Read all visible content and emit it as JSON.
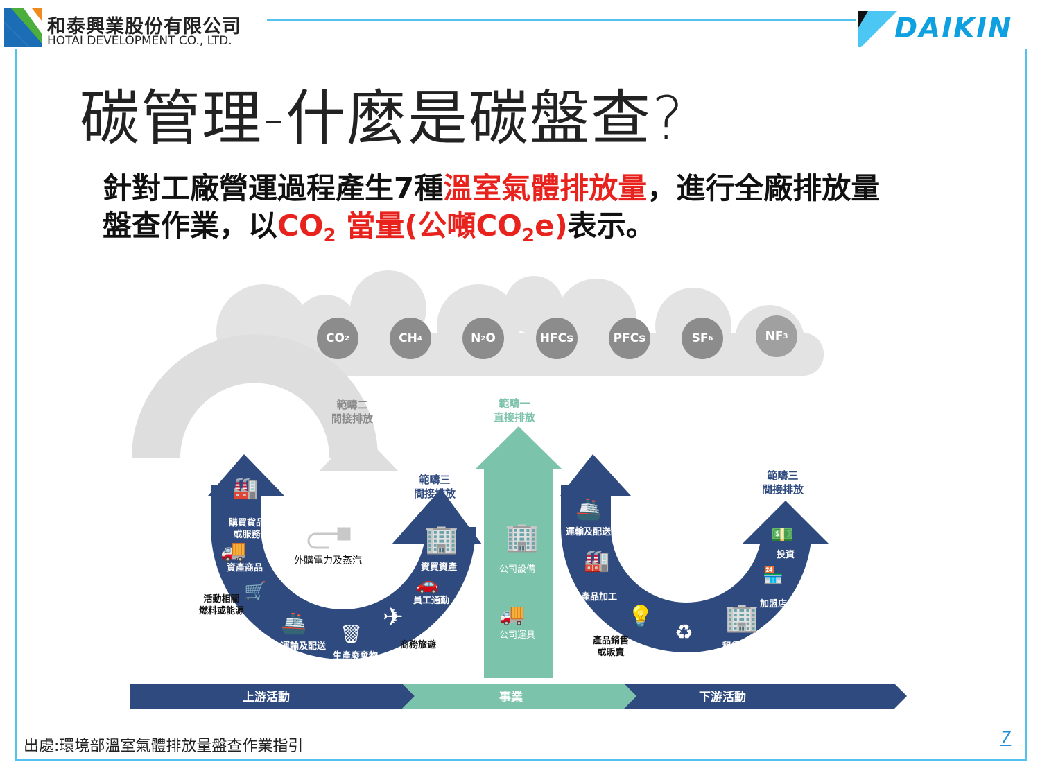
{
  "header": {
    "company_cn": "和泰興業股份有限公司",
    "company_en": "HOTAI DEVELOPMENT CO., LTD.",
    "partner_logo": "DAIKIN"
  },
  "title": "碳管理-什麼是碳盤查?",
  "subtitle": {
    "line1_a": "針對工廠營運過程產生7種",
    "line1_red": "溫室氣體排放量",
    "line1_b": "，進行全廠排放量",
    "line2_a": "盤查作業，以",
    "line2_red_a": "CO",
    "line2_red_sub": "2",
    "line2_red_b": " 當量(公噸CO",
    "line2_red_sub2": "2",
    "line2_red_c": "e)",
    "line2_b": "表示。"
  },
  "gases": [
    {
      "base": "CO",
      "sub": "2"
    },
    {
      "base": "CH",
      "sub": "4"
    },
    {
      "base": "N",
      "sub": "2",
      "tail": "O"
    },
    {
      "base": "HFCs",
      "sub": ""
    },
    {
      "base": "PFCs",
      "sub": ""
    },
    {
      "base": "SF",
      "sub": "6"
    },
    {
      "base": "NF",
      "sub": "3"
    }
  ],
  "scopes": {
    "scope2": {
      "l1": "範疇二",
      "l2": "間接排放"
    },
    "scope1": {
      "l1": "範疇一",
      "l2": "直接排放"
    },
    "scope3_up": {
      "l1": "範疇三",
      "l2": "間接排放"
    },
    "scope3_down": {
      "l1": "範疇三",
      "l2": "間接排放"
    }
  },
  "upstream": {
    "purchased_l1": "購買貨品",
    "purchased_l2": "或服務",
    "capital": "資產商品",
    "fuel_l1": "活動相關",
    "fuel_l2": "燃料或能源",
    "transport": "運輸及配送",
    "waste": "生產廢棄物",
    "travel": "商務旅遊",
    "commute": "員工通勤",
    "leased": "資買資產",
    "electricity": "外購電力及蒸汽"
  },
  "direct": {
    "facility": "公司設備",
    "vehicle": "公司運具"
  },
  "downstream": {
    "transport": "運輸及配送",
    "processing": "產品加工",
    "sold_l1": "產品銷售",
    "sold_l2": "或販賣",
    "eol": "廢棄處理",
    "leased": "租賃資產",
    "franchise": "加盟店",
    "invest": "投資"
  },
  "bar": {
    "upstream": "上游活動",
    "ops": "事業",
    "downstream": "下游活動"
  },
  "footer": {
    "source": "出處:環境部溫室氣體排放量盤查作業指引",
    "page": "7"
  },
  "colors": {
    "accent": "#55c1ee",
    "navy": "#2f4a7e",
    "teal": "#7cc3ab",
    "gray": "#dcdcdc",
    "red": "#e8231d"
  }
}
